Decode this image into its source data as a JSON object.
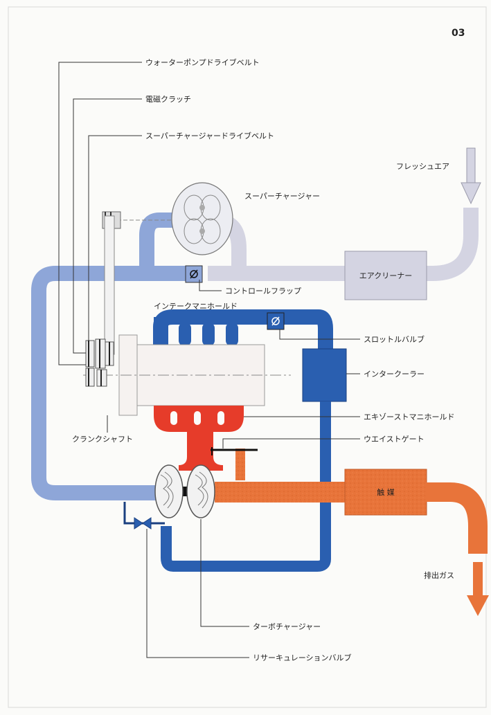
{
  "page_number": "03",
  "labels": {
    "water_pump_belt": "ウォーターポンプドライブベルト",
    "magnetic_clutch": "電磁クラッチ",
    "sc_drive_belt": "スーパーチャージャードライブベルト",
    "supercharger": "スーパーチャージャー",
    "fresh_air": "フレッシュエア",
    "air_cleaner": "エアクリーナー",
    "control_flap": "コントロールフラップ",
    "intake_manifold": "インテークマニホールド",
    "throttle_valve": "スロットルバルブ",
    "intercooler": "インタークーラー",
    "crankshaft": "クランクシャフト",
    "exhaust_manifold": "エキゾーストマニホールド",
    "wastegate": "ウエイストゲート",
    "catalyst": "触 媒",
    "exhaust_gas": "排出ガス",
    "turbocharger": "ターボチャージャー",
    "recirculation_valve": "リサーキュレーションバルブ"
  },
  "colors": {
    "fresh_air": "#d4d4e2",
    "boost_light": "#8ea6d8",
    "charge_blue": "#2a5fb0",
    "exhaust_red": "#e63c2a",
    "exhaust_orange": "#e8743a",
    "outline": "#333333"
  }
}
